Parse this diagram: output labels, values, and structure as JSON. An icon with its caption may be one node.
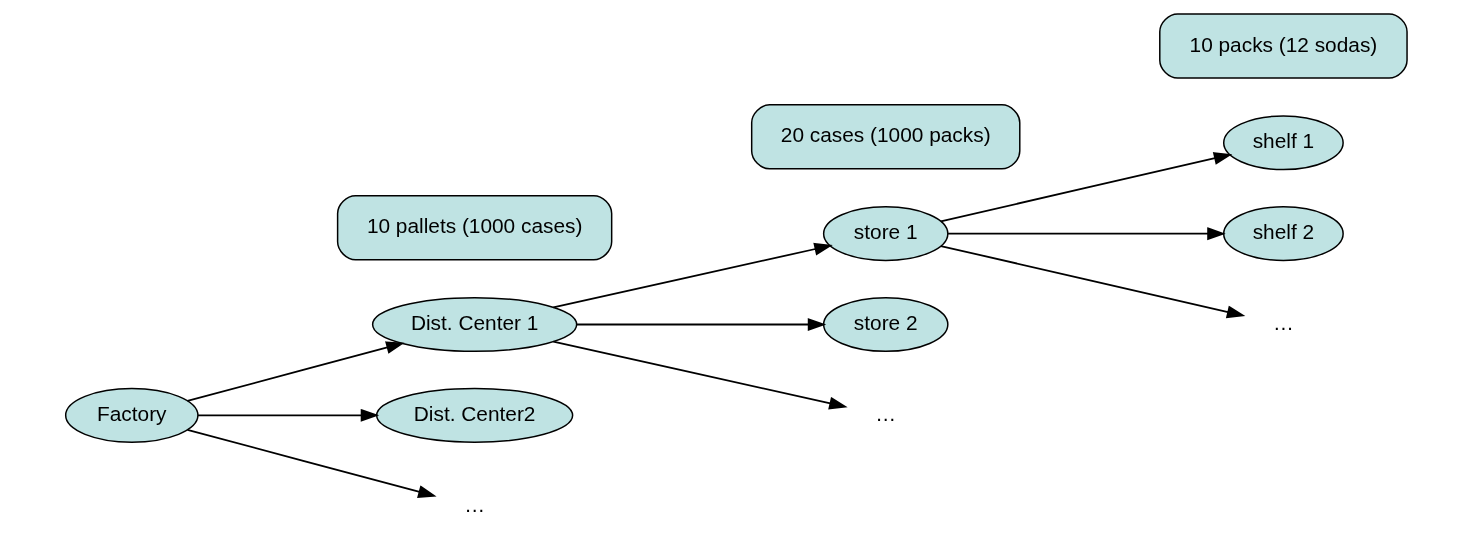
{
  "diagram": {
    "nodes": [
      {
        "text": [
          "Factory"
        ]
      },
      {
        "text": [
          "10 pallets (1000 cases)"
        ]
      },
      {
        "text": [
          "Dist. Center 1"
        ]
      },
      {
        "text": [
          "Dist. Center2"
        ]
      },
      {
        "text": [
          "…"
        ]
      },
      {
        "text": [
          "store 1"
        ]
      },
      {
        "text": [
          "store 2"
        ]
      },
      {
        "text": [
          "…"
        ]
      },
      {
        "text": [
          "20 cases (1000 packs)"
        ]
      },
      {
        "text": [
          "shelf 1"
        ]
      },
      {
        "text": [
          "shelf 2"
        ]
      },
      {
        "text": [
          "…"
        ]
      },
      {
        "text": [
          "10 packs (12 sodas)"
        ]
      }
    ],
    "edges": [
      {
        "from": 0,
        "to": 2,
        "arrow": "to"
      },
      {
        "from": 0,
        "to": 3,
        "arrow": "to"
      },
      {
        "from": 0,
        "to": 4,
        "arrow": "to"
      },
      {
        "from": 2,
        "to": 5,
        "arrow": "to"
      },
      {
        "from": 2,
        "to": 6,
        "arrow": "to"
      },
      {
        "from": 2,
        "to": 7,
        "arrow": "to"
      },
      {
        "from": 5,
        "to": 9,
        "arrow": "to"
      },
      {
        "from": 5,
        "to": 10,
        "arrow": "to"
      },
      {
        "from": 5,
        "to": 11,
        "arrow": "to"
      }
    ]
  }
}
